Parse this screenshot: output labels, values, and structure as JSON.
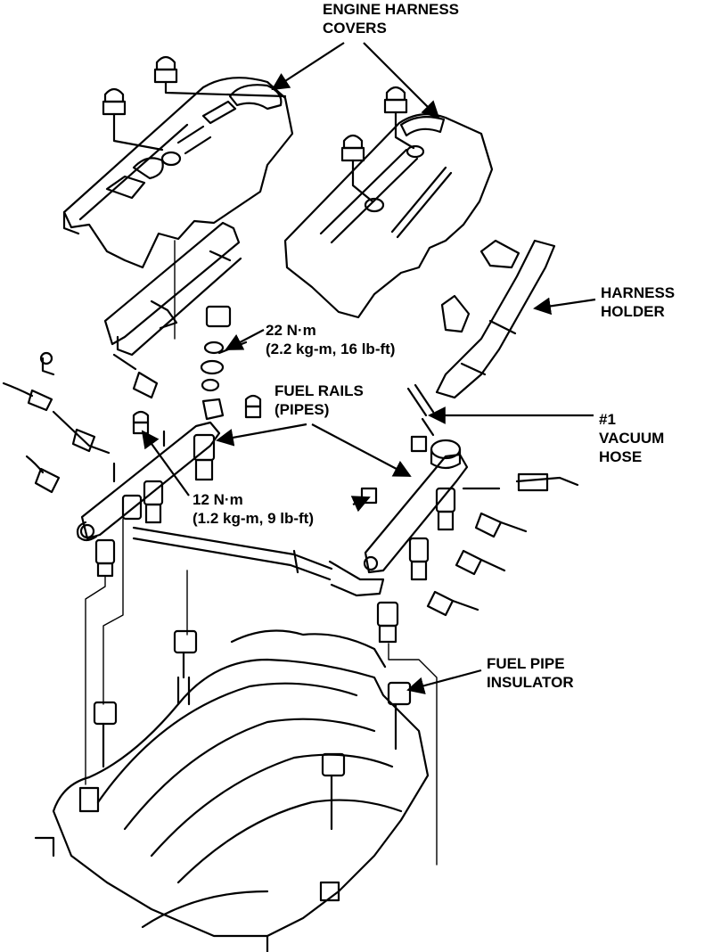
{
  "labels": {
    "engine_harness_covers": [
      "ENGINE HARNESS",
      "COVERS"
    ],
    "harness_holder": [
      "HARNESS",
      "HOLDER"
    ],
    "torque_22": [
      "22 N·m",
      "(2.2 kg-m, 16 lb-ft)"
    ],
    "fuel_rails": [
      "FUEL RAILS",
      "(PIPES)"
    ],
    "vacuum_hose": [
      "#1",
      "VACUUM",
      "HOSE"
    ],
    "torque_12": [
      "12 N·m",
      "(1.2 kg-m, 9 lb-ft)"
    ],
    "fuel_pipe_insulator": [
      "FUEL PIPE",
      "INSULATOR"
    ]
  },
  "colors": {
    "ink": "#000000",
    "paper": "#ffffff"
  }
}
